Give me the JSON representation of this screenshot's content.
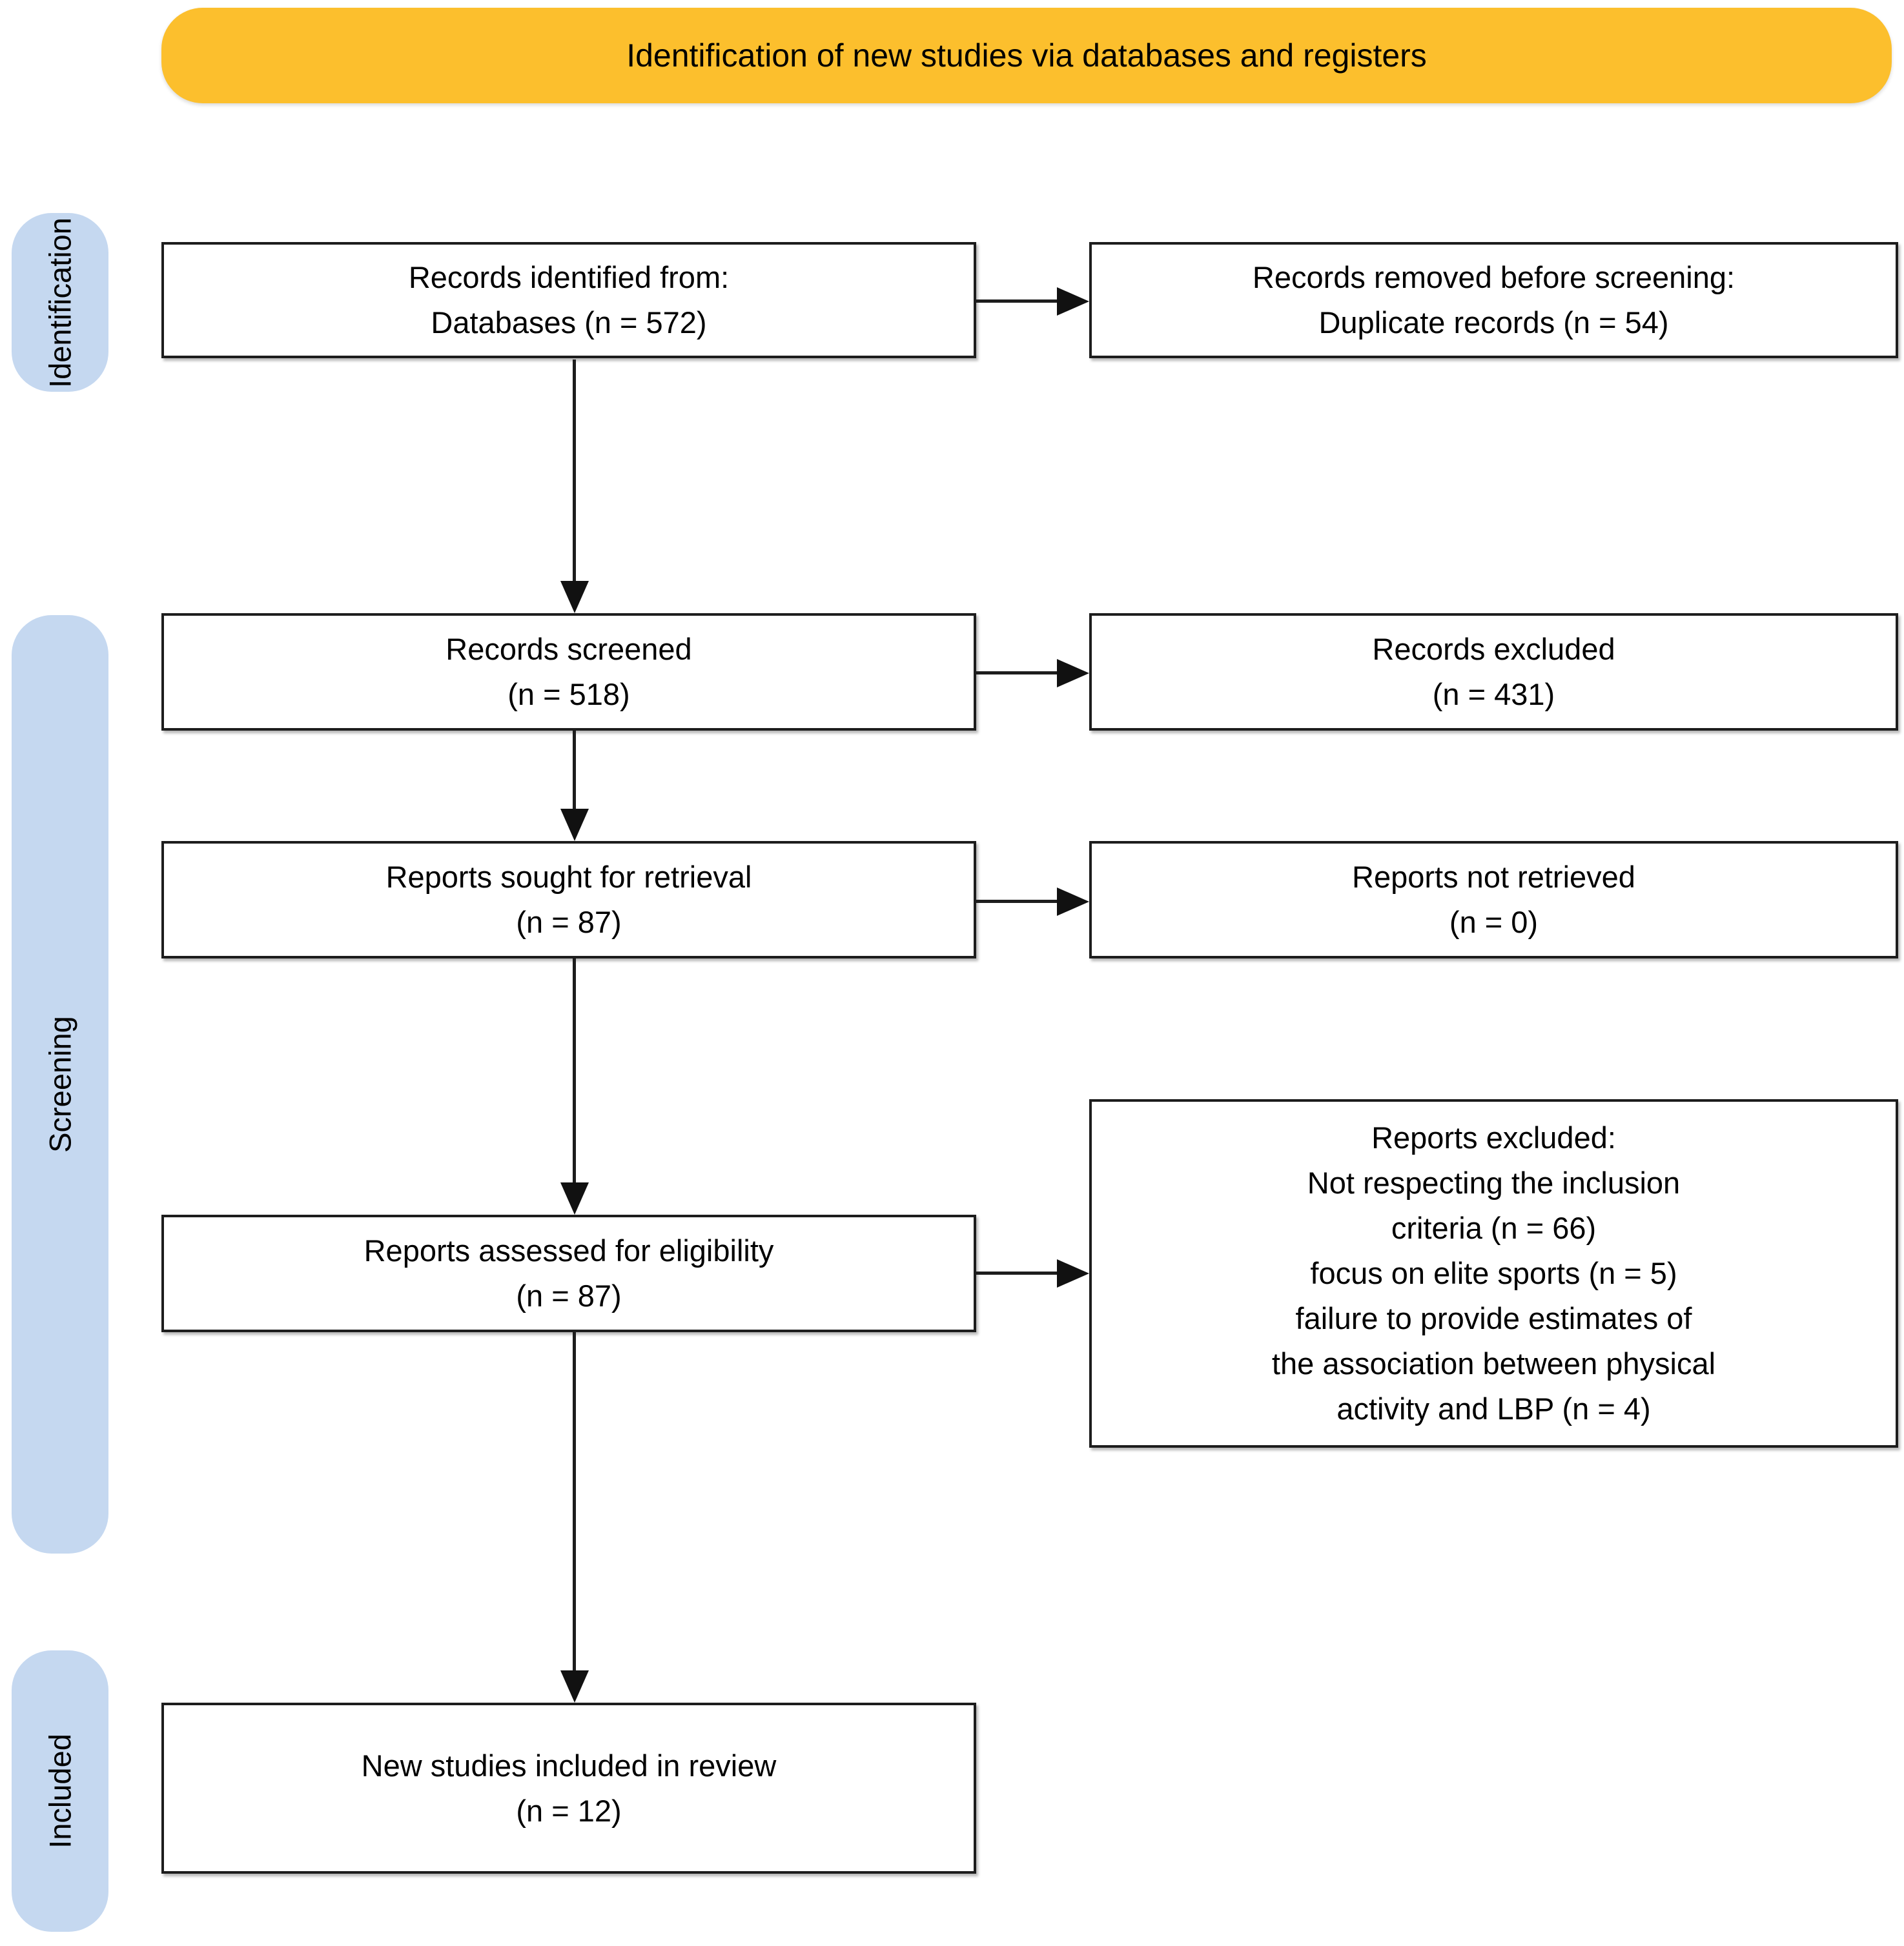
{
  "banner": {
    "title": "Identification of new studies via databases and registers"
  },
  "stages": [
    {
      "label": "Identification"
    },
    {
      "label": "Screening"
    },
    {
      "label": "Included"
    }
  ],
  "boxes": {
    "records_identified": {
      "lines": [
        "Records identified from:",
        "Databases (n = 572)"
      ]
    },
    "records_removed": {
      "lines": [
        "Records removed before screening:",
        "Duplicate records (n = 54)"
      ]
    },
    "records_screened": {
      "lines": [
        "Records screened",
        "(n = 518)"
      ]
    },
    "records_excluded": {
      "lines": [
        "Records excluded",
        "(n = 431)"
      ]
    },
    "reports_sought": {
      "lines": [
        "Reports sought for retrieval",
        "(n = 87)"
      ]
    },
    "reports_not_retrieved": {
      "lines": [
        "Reports not retrieved",
        "(n = 0)"
      ]
    },
    "reports_assessed": {
      "lines": [
        "Reports assessed for eligibility",
        "(n = 87)"
      ]
    },
    "reports_excluded": {
      "lines": [
        "Reports excluded:",
        "Not respecting the inclusion",
        "criteria (n = 66)",
        "focus on elite sports (n = 5)",
        "failure to provide estimates of",
        "the association between physical",
        "activity and LBP (n = 4)"
      ]
    },
    "new_studies_included": {
      "lines": [
        "New studies included in review",
        "(n = 12)"
      ]
    }
  },
  "colors": {
    "banner_bg": "#FCBF2D",
    "stage_pill_bg": "#C5D8F0",
    "box_border": "#1D1D1D",
    "arrow": "#1D1D1D",
    "text": "#000000"
  }
}
